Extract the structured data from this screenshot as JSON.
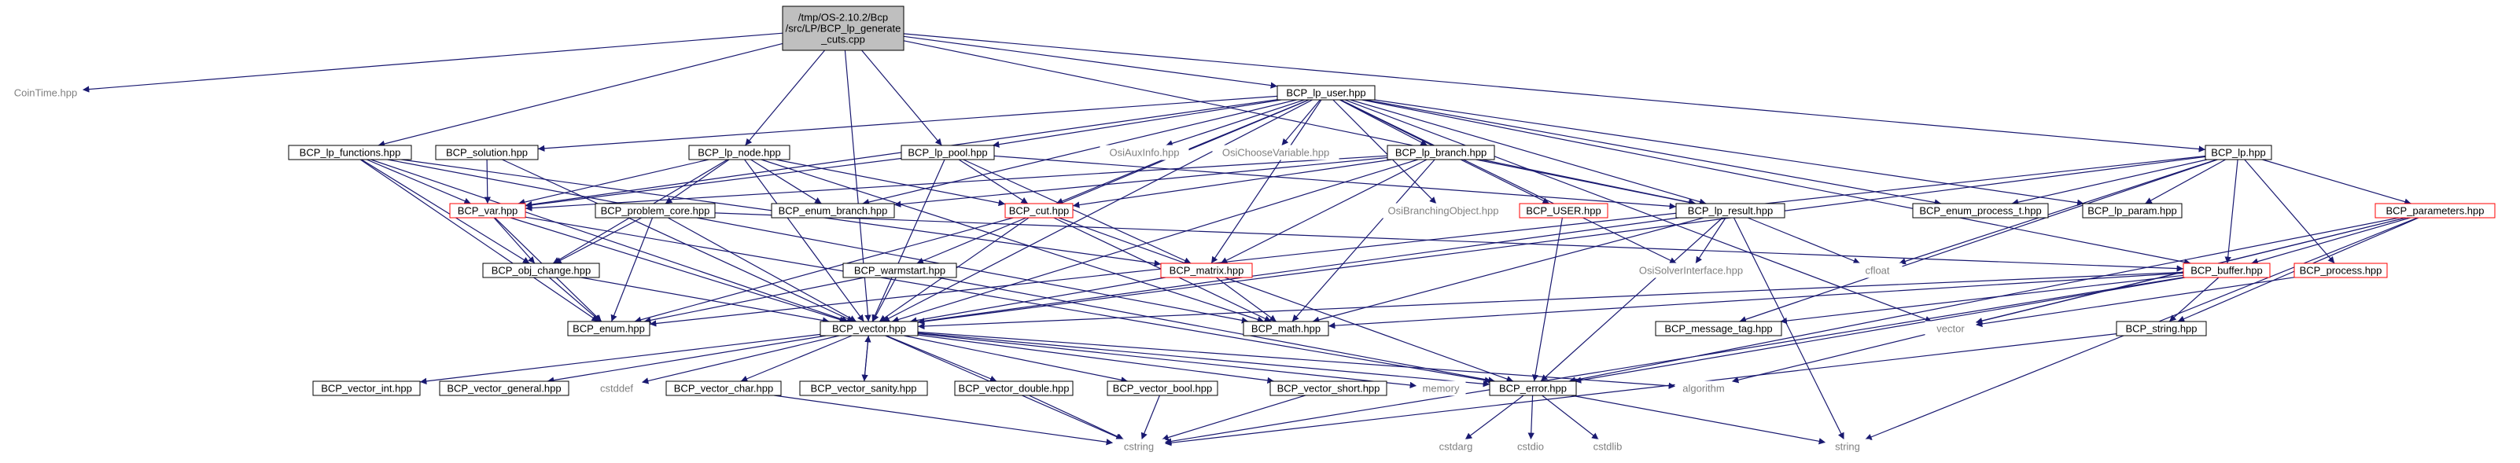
{
  "nodes": [
    {
      "id": "root",
      "label": [
        "/tmp/OS-2.10.2/Bcp",
        "/src/LP/BCP_lp_generate",
        "_cuts.cpp"
      ],
      "style": "root"
    },
    {
      "id": "cointime",
      "label": [
        "CoinTime.hpp"
      ],
      "style": "ext"
    },
    {
      "id": "lp_user",
      "label": [
        "BCP_lp_user.hpp"
      ],
      "style": "doc"
    },
    {
      "id": "lp",
      "label": [
        "BCP_lp.hpp"
      ],
      "style": "doc"
    },
    {
      "id": "lp_functions",
      "label": [
        "BCP_lp_functions.hpp"
      ],
      "style": "doc"
    },
    {
      "id": "solution",
      "label": [
        "BCP_solution.hpp"
      ],
      "style": "doc"
    },
    {
      "id": "lp_node",
      "label": [
        "BCP_lp_node.hpp"
      ],
      "style": "doc"
    },
    {
      "id": "lp_pool",
      "label": [
        "BCP_lp_pool.hpp"
      ],
      "style": "doc"
    },
    {
      "id": "osiauxinfo",
      "label": [
        "OsiAuxInfo.hpp"
      ],
      "style": "ext"
    },
    {
      "id": "osichoosevar",
      "label": [
        "OsiChooseVariable.hpp"
      ],
      "style": "ext"
    },
    {
      "id": "lp_branch",
      "label": [
        "BCP_lp_branch.hpp"
      ],
      "style": "doc"
    },
    {
      "id": "var",
      "label": [
        "BCP_var.hpp"
      ],
      "style": "red"
    },
    {
      "id": "problem_core",
      "label": [
        "BCP_problem_core.hpp"
      ],
      "style": "doc"
    },
    {
      "id": "enum_branch",
      "label": [
        "BCP_enum_branch.hpp"
      ],
      "style": "doc"
    },
    {
      "id": "cut",
      "label": [
        "BCP_cut.hpp"
      ],
      "style": "red"
    },
    {
      "id": "osibranchingobj",
      "label": [
        "OsiBranchingObject.hpp"
      ],
      "style": "ext"
    },
    {
      "id": "bcp_user",
      "label": [
        "BCP_USER.hpp"
      ],
      "style": "red"
    },
    {
      "id": "lp_result",
      "label": [
        "BCP_lp_result.hpp"
      ],
      "style": "doc"
    },
    {
      "id": "enum_process_t",
      "label": [
        "BCP_enum_process_t.hpp"
      ],
      "style": "doc"
    },
    {
      "id": "lp_param",
      "label": [
        "BCP_lp_param.hpp"
      ],
      "style": "doc"
    },
    {
      "id": "parameters",
      "label": [
        "BCP_parameters.hpp"
      ],
      "style": "red"
    },
    {
      "id": "obj_change",
      "label": [
        "BCP_obj_change.hpp"
      ],
      "style": "doc"
    },
    {
      "id": "matrix",
      "label": [
        "BCP_matrix.hpp"
      ],
      "style": "red"
    },
    {
      "id": "osisolverif",
      "label": [
        "OsiSolverInterface.hpp"
      ],
      "style": "ext"
    },
    {
      "id": "cfloat",
      "label": [
        "cfloat"
      ],
      "style": "ext"
    },
    {
      "id": "buffer",
      "label": [
        "BCP_buffer.hpp"
      ],
      "style": "red"
    },
    {
      "id": "process",
      "label": [
        "BCP_process.hpp"
      ],
      "style": "red"
    },
    {
      "id": "warmstart",
      "label": [
        "BCP_warmstart.hpp"
      ],
      "style": "doc"
    },
    {
      "id": "enum",
      "label": [
        "BCP_enum.hpp"
      ],
      "style": "doc"
    },
    {
      "id": "vector",
      "label": [
        "BCP_vector.hpp"
      ],
      "style": "doc"
    },
    {
      "id": "math",
      "label": [
        "BCP_math.hpp"
      ],
      "style": "doc"
    },
    {
      "id": "message_tag",
      "label": [
        "BCP_message_tag.hpp"
      ],
      "style": "doc"
    },
    {
      "id": "std_vector",
      "label": [
        "vector"
      ],
      "style": "ext"
    },
    {
      "id": "string_hpp",
      "label": [
        "BCP_string.hpp"
      ],
      "style": "doc"
    },
    {
      "id": "vector_int",
      "label": [
        "BCP_vector_int.hpp"
      ],
      "style": "doc"
    },
    {
      "id": "vector_general",
      "label": [
        "BCP_vector_general.hpp"
      ],
      "style": "doc"
    },
    {
      "id": "cstddef",
      "label": [
        "cstddef"
      ],
      "style": "ext"
    },
    {
      "id": "vector_char",
      "label": [
        "BCP_vector_char.hpp"
      ],
      "style": "doc"
    },
    {
      "id": "vector_sanity",
      "label": [
        "BCP_vector_sanity.hpp"
      ],
      "style": "doc"
    },
    {
      "id": "vector_double",
      "label": [
        "BCP_vector_double.hpp"
      ],
      "style": "doc"
    },
    {
      "id": "vector_bool",
      "label": [
        "BCP_vector_bool.hpp"
      ],
      "style": "doc"
    },
    {
      "id": "vector_short",
      "label": [
        "BCP_vector_short.hpp"
      ],
      "style": "doc"
    },
    {
      "id": "memory",
      "label": [
        "memory"
      ],
      "style": "ext"
    },
    {
      "id": "error",
      "label": [
        "BCP_error.hpp"
      ],
      "style": "doc"
    },
    {
      "id": "algorithm",
      "label": [
        "algorithm"
      ],
      "style": "ext"
    },
    {
      "id": "cstring",
      "label": [
        "cstring"
      ],
      "style": "ext"
    },
    {
      "id": "string",
      "label": [
        "string"
      ],
      "style": "ext"
    },
    {
      "id": "cstdarg",
      "label": [
        "cstdarg"
      ],
      "style": "ext"
    },
    {
      "id": "cstdio",
      "label": [
        "cstdio"
      ],
      "style": "ext"
    },
    {
      "id": "cstdlib",
      "label": [
        "cstdlib"
      ],
      "style": "ext"
    }
  ],
  "edges": [
    [
      "root",
      "cointime"
    ],
    [
      "root",
      "lp_user"
    ],
    [
      "root",
      "lp"
    ],
    [
      "root",
      "lp_functions"
    ],
    [
      "root",
      "lp_node"
    ],
    [
      "root",
      "lp_pool"
    ],
    [
      "root",
      "lp_result"
    ],
    [
      "root",
      "vector"
    ],
    [
      "lp_user",
      "solution"
    ],
    [
      "lp_user",
      "lp_pool"
    ],
    [
      "lp_user",
      "osiauxinfo"
    ],
    [
      "lp_user",
      "osichoosevar"
    ],
    [
      "lp_user",
      "lp_branch"
    ],
    [
      "lp_user",
      "var"
    ],
    [
      "lp_user",
      "enum_branch"
    ],
    [
      "lp_user",
      "cut"
    ],
    [
      "lp_user",
      "osibranchingobj"
    ],
    [
      "lp_user",
      "bcp_user"
    ],
    [
      "lp_user",
      "lp_result"
    ],
    [
      "lp_user",
      "enum_process_t"
    ],
    [
      "lp_user",
      "lp_param"
    ],
    [
      "lp_user",
      "matrix"
    ],
    [
      "lp_user",
      "osisolverif"
    ],
    [
      "lp_user",
      "buffer"
    ],
    [
      "lp_user",
      "warmstart"
    ],
    [
      "lp_user",
      "vector"
    ],
    [
      "lp_user",
      "std_vector"
    ],
    [
      "lp",
      "enum_process_t"
    ],
    [
      "lp",
      "lp_param"
    ],
    [
      "lp",
      "parameters"
    ],
    [
      "lp",
      "cfloat"
    ],
    [
      "lp",
      "buffer"
    ],
    [
      "lp",
      "process"
    ],
    [
      "lp",
      "vector"
    ],
    [
      "lp",
      "message_tag"
    ],
    [
      "lp",
      "enum"
    ],
    [
      "lp_functions",
      "var"
    ],
    [
      "lp_functions",
      "obj_change"
    ],
    [
      "lp_functions",
      "enum"
    ],
    [
      "lp_functions",
      "vector"
    ],
    [
      "lp_functions",
      "matrix"
    ],
    [
      "lp_functions",
      "math"
    ],
    [
      "solution",
      "var"
    ],
    [
      "solution",
      "vector"
    ],
    [
      "lp_node",
      "var"
    ],
    [
      "lp_node",
      "problem_core"
    ],
    [
      "lp_node",
      "enum_branch"
    ],
    [
      "lp_node",
      "cut"
    ],
    [
      "lp_node",
      "obj_change"
    ],
    [
      "lp_node",
      "vector"
    ],
    [
      "lp_node",
      "math"
    ],
    [
      "lp_pool",
      "var"
    ],
    [
      "lp_pool",
      "cut"
    ],
    [
      "lp_pool",
      "lp_result"
    ],
    [
      "lp_pool",
      "vector"
    ],
    [
      "lp_pool",
      "matrix"
    ],
    [
      "lp_branch",
      "var"
    ],
    [
      "lp_branch",
      "cut"
    ],
    [
      "lp_branch",
      "matrix"
    ],
    [
      "lp_branch",
      "vector"
    ],
    [
      "lp_branch",
      "enum_branch"
    ],
    [
      "lp_branch",
      "math"
    ],
    [
      "lp_branch",
      "lp_result"
    ],
    [
      "var",
      "obj_change"
    ],
    [
      "var",
      "enum"
    ],
    [
      "var",
      "vector"
    ],
    [
      "var",
      "error"
    ],
    [
      "problem_core",
      "obj_change"
    ],
    [
      "problem_core",
      "enum"
    ],
    [
      "problem_core",
      "vector"
    ],
    [
      "problem_core",
      "buffer"
    ],
    [
      "cut",
      "enum"
    ],
    [
      "cut",
      "vector"
    ],
    [
      "cut",
      "math"
    ],
    [
      "cut",
      "error"
    ],
    [
      "bcp_user",
      "error"
    ],
    [
      "lp_result",
      "osisolverif"
    ],
    [
      "lp_result",
      "cfloat"
    ],
    [
      "lp_result",
      "vector"
    ],
    [
      "lp_result",
      "math"
    ],
    [
      "lp_result",
      "error"
    ],
    [
      "lp_result",
      "string"
    ],
    [
      "parameters",
      "buffer"
    ],
    [
      "parameters",
      "string_hpp"
    ],
    [
      "parameters",
      "std_vector"
    ],
    [
      "parameters",
      "algorithm"
    ],
    [
      "parameters",
      "string"
    ],
    [
      "parameters",
      "error"
    ],
    [
      "obj_change",
      "enum"
    ],
    [
      "obj_change",
      "vector"
    ],
    [
      "matrix",
      "vector"
    ],
    [
      "matrix",
      "math"
    ],
    [
      "buffer",
      "vector"
    ],
    [
      "buffer",
      "string_hpp"
    ],
    [
      "buffer",
      "message_tag"
    ],
    [
      "buffer",
      "math"
    ],
    [
      "buffer",
      "error"
    ],
    [
      "buffer",
      "cstring"
    ],
    [
      "process",
      "std_vector"
    ],
    [
      "warmstart",
      "enum"
    ],
    [
      "warmstart",
      "vector"
    ],
    [
      "warmstart",
      "error"
    ],
    [
      "vector",
      "vector_int"
    ],
    [
      "vector",
      "vector_general"
    ],
    [
      "vector",
      "cstddef"
    ],
    [
      "vector",
      "vector_char"
    ],
    [
      "vector",
      "vector_sanity"
    ],
    [
      "vector",
      "vector_double"
    ],
    [
      "vector",
      "vector_bool"
    ],
    [
      "vector",
      "vector_short"
    ],
    [
      "vector",
      "memory"
    ],
    [
      "vector",
      "error"
    ],
    [
      "vector",
      "algorithm"
    ],
    [
      "vector",
      "cstring"
    ],
    [
      "vector_sanity",
      "vector"
    ],
    [
      "string_hpp",
      "cstring"
    ],
    [
      "vector_char",
      "cstring"
    ],
    [
      "vector_double",
      "cstring"
    ],
    [
      "vector_bool",
      "cstring"
    ],
    [
      "vector_short",
      "cstring"
    ],
    [
      "error",
      "cstdarg"
    ],
    [
      "error",
      "cstdio"
    ],
    [
      "error",
      "cstdlib"
    ],
    [
      "error",
      "string"
    ]
  ]
}
